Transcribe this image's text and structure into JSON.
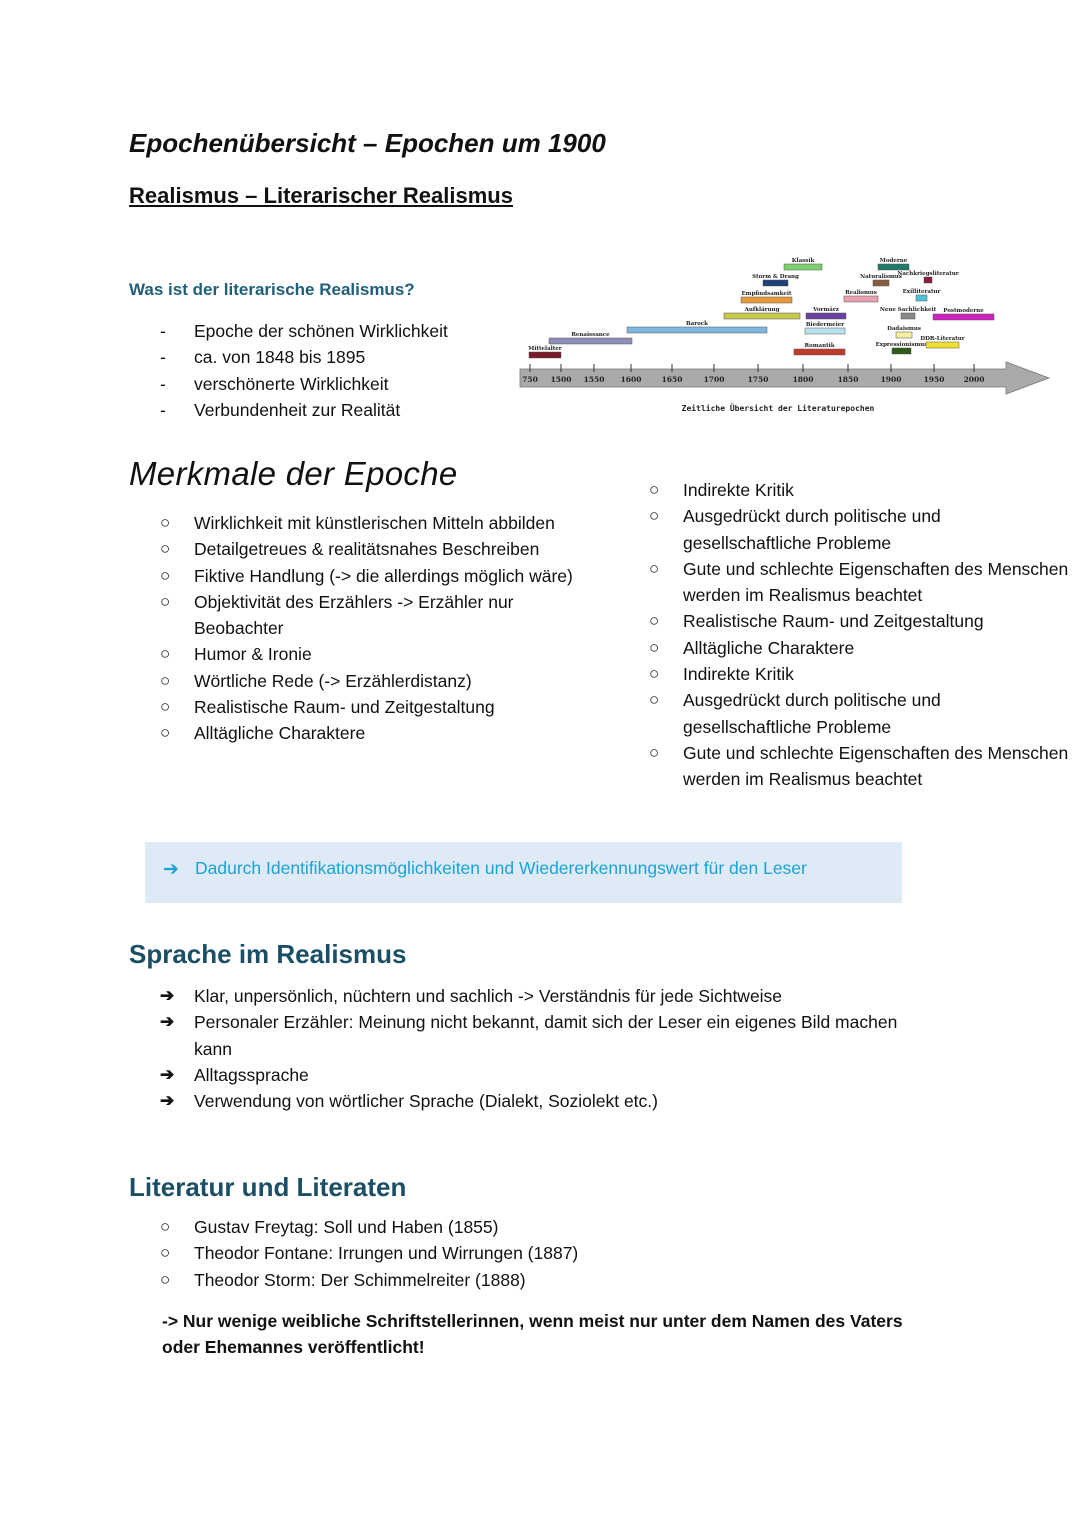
{
  "title": "Epochenübersicht – Epochen um 1900",
  "subtitle": "Realismus – Literarischer Realismus",
  "intro": {
    "question": "Was ist der literarische Realismus?",
    "items": [
      "Epoche der schönen Wirklichkeit",
      "ca. von 1848 bis 1895",
      "verschönerte Wirklichkeit",
      "Verbundenheit zur Realität"
    ]
  },
  "timeline": {
    "caption": "Zeitliche Übersicht der Literaturepochen",
    "ticks": [
      "750",
      "1500",
      "1550",
      "1600",
      "1650",
      "1700",
      "1750",
      "1800",
      "1850",
      "1900",
      "1950",
      "2000"
    ],
    "epochs": [
      {
        "label": "Mittelalter",
        "color": "#7a1a2a"
      },
      {
        "label": "Renaissance",
        "color": "#8e8fb8"
      },
      {
        "label": "Barock",
        "color": "#7fb6e0"
      },
      {
        "label": "Aufklärung",
        "color": "#c8c84a"
      },
      {
        "label": "Empfindsamkeit",
        "color": "#e89a3a"
      },
      {
        "label": "Storm & Drang",
        "color": "#1f3f78"
      },
      {
        "label": "Klassik",
        "color": "#7ecf6e"
      },
      {
        "label": "Romantik",
        "color": "#c0392b"
      },
      {
        "label": "Biedermeier",
        "color": "#b7e3ee"
      },
      {
        "label": "Vormärz",
        "color": "#6a3fa0"
      },
      {
        "label": "Realismus",
        "color": "#e8a0b0"
      },
      {
        "label": "Naturalismus",
        "color": "#8b5a3c"
      },
      {
        "label": "Moderne",
        "color": "#1f7a6a"
      },
      {
        "label": "Nachkriegsliteratur",
        "color": "#8b1a3a"
      },
      {
        "label": "Exilliteratur",
        "color": "#4ec0d8"
      },
      {
        "label": "Neue Sachlichkeit",
        "color": "#888888"
      },
      {
        "label": "Postmoderne",
        "color": "#d020c0"
      },
      {
        "label": "Dadaismus",
        "color": "#f5f0a0"
      },
      {
        "label": "Expressionismus",
        "color": "#2e5a1a"
      },
      {
        "label": "DDR-Literatur",
        "color": "#f0e030"
      }
    ]
  },
  "merkmale": {
    "heading": "Merkmale der Epoche",
    "left": [
      "Wirklichkeit mit künstlerischen Mitteln abbilden",
      "Detailgetreues & realitätsnahes Beschreiben",
      "Fiktive Handlung (-> die allerdings möglich wäre)",
      "Objektivität des Erzählers -> Erzähler nur Beobachter",
      "Humor & Ironie",
      "Wörtliche Rede (-> Erzählerdistanz)",
      "Realistische Raum- und Zeitgestaltung",
      "Alltägliche Charaktere"
    ],
    "right": [
      "Indirekte Kritik",
      "Ausgedrückt durch politische und gesellschaftliche Probleme",
      "Gute und schlechte Eigenschaften des Menschen werden im Realismus beachtet",
      "Realistische Raum- und Zeitgestaltung",
      "Alltägliche Charaktere",
      "Indirekte Kritik",
      "Ausgedrückt durch politische und gesellschaftliche Probleme",
      "Gute und schlechte Eigenschaften des Menschen werden im Realismus beachtet"
    ]
  },
  "callout": "Dadurch Identifikationsmöglichkeiten und Wiedererkennungswert für den Leser",
  "sprache": {
    "heading": "Sprache im Realismus",
    "items": [
      "Klar, unpersönlich, nüchtern und sachlich -> Verständnis für jede Sichtweise",
      "Personaler Erzähler: Meinung nicht bekannt, damit sich der Leser ein eigenes Bild machen kann",
      "Alltagssprache",
      "Verwendung von wörtlicher Sprache (Dialekt, Soziolekt etc.)"
    ]
  },
  "literatur": {
    "heading": "Literatur und Literaten",
    "items": [
      "Gustav Freytag: Soll und Haben (1855)",
      "Theodor Fontane: Irrungen und Wirrungen (1887)",
      "Theodor Storm: Der Schimmelreiter (1888)"
    ],
    "note": "-> Nur wenige weibliche Schriftstellerinnen, wenn meist nur unter dem Namen des Vaters oder Ehemannes veröffentlicht!"
  }
}
